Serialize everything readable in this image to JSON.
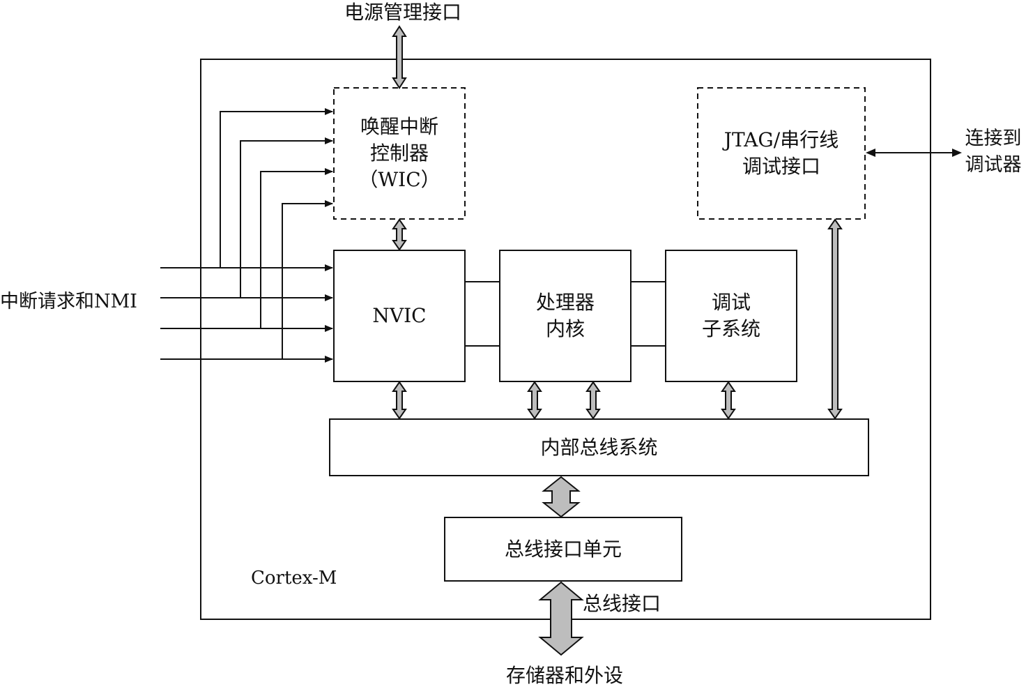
{
  "labels": {
    "power_interface": "电源管理接口",
    "connect_debugger_line1": "连接到",
    "connect_debugger_line2": "调试器",
    "interrupt_inputs": "中断请求和NMI",
    "core_name": "Cortex-M",
    "bus_interface": "总线接口",
    "memory_peripherals": "存储器和外设"
  },
  "blocks": {
    "wic": {
      "line1": "唤醒中断",
      "line2": "控制器",
      "line3": "（WIC）"
    },
    "jtag": {
      "line1": "JTAG/串行线",
      "line2": "调试接口"
    },
    "nvic": {
      "line1": "NVIC"
    },
    "processor": {
      "line1": "处理器",
      "line2": "内核"
    },
    "debug": {
      "line1": "调试",
      "line2": "子系统"
    },
    "internal_bus": {
      "line1": "内部总线系统"
    },
    "bus_unit": {
      "line1": "总线接口单元"
    }
  },
  "colors": {
    "arrow_fill": "#bdbdbd",
    "stroke": "#111111"
  }
}
